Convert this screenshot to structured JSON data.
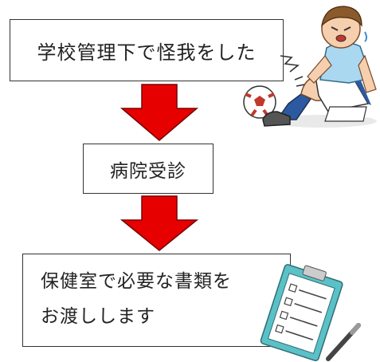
{
  "steps": [
    {
      "label": "学校管理下で怪我をした"
    },
    {
      "label": "病院受診"
    },
    {
      "lines": [
        "保健室で必要な書類を",
        "お渡しします"
      ]
    }
  ],
  "icons": {
    "arrow": "down-arrow-icon",
    "illustration_top": "injured-soccer-player",
    "illustration_bottom": "clipboard-and-pen"
  },
  "colors": {
    "arrow_fill": "#e60000",
    "arrow_stroke": "#7a0000",
    "shirt": "#a9d8f0",
    "clipboard": "#5cc0c7"
  }
}
